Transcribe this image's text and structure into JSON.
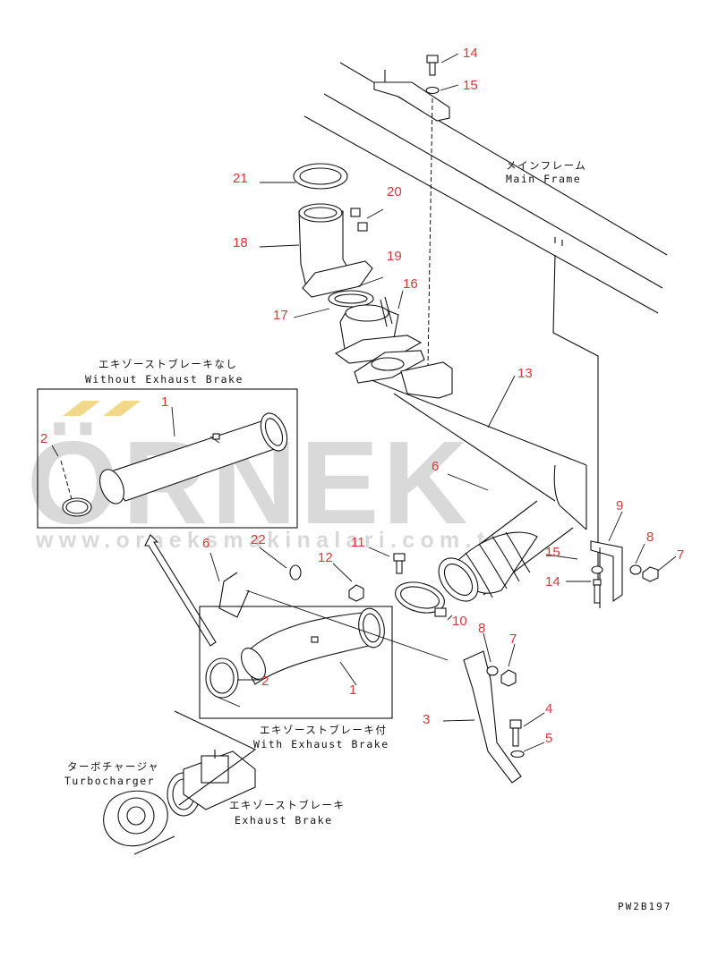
{
  "watermark": {
    "brand": "ÖRNEK",
    "url": "www.orneksmakinalari.com.tr",
    "accent_color": "#f2d98a",
    "text_color": "#d9d9d9"
  },
  "labels": {
    "main_frame_jp": "メインフレーム",
    "main_frame_en": "Main Frame",
    "without_brake_jp": "エキゾーストブレーキなし",
    "without_brake_en": "Without Exhaust Brake",
    "with_brake_jp": "エキゾーストブレーキ付",
    "with_brake_en": "With Exhaust Brake",
    "turbo_jp": "ターボチャージャ",
    "turbo_en": "Turbocharger",
    "brake_jp": "エキゾーストブレーキ",
    "brake_en": "Exhaust Brake",
    "drawing_code": "PW2B197"
  },
  "part_numbers": {
    "p14_top": "14",
    "p15_top": "15",
    "p21": "21",
    "p20": "20",
    "p18": "18",
    "p19": "19",
    "p16": "16",
    "p17": "17",
    "p13": "13",
    "p1_box": "1",
    "p2_box": "2",
    "p6_mid": "6",
    "p9": "9",
    "p8_right": "8",
    "p7_right": "7",
    "p15_right": "15",
    "p14_right": "14",
    "p6_left": "6",
    "p22": "22",
    "p11": "11",
    "p12": "12",
    "p10": "10",
    "p8_low": "8",
    "p7_low": "7",
    "p2_low": "2",
    "p1_low": "1",
    "p3": "3",
    "p4": "4",
    "p5": "5"
  },
  "colors": {
    "callout": "#d8393b",
    "line": "#111111"
  }
}
